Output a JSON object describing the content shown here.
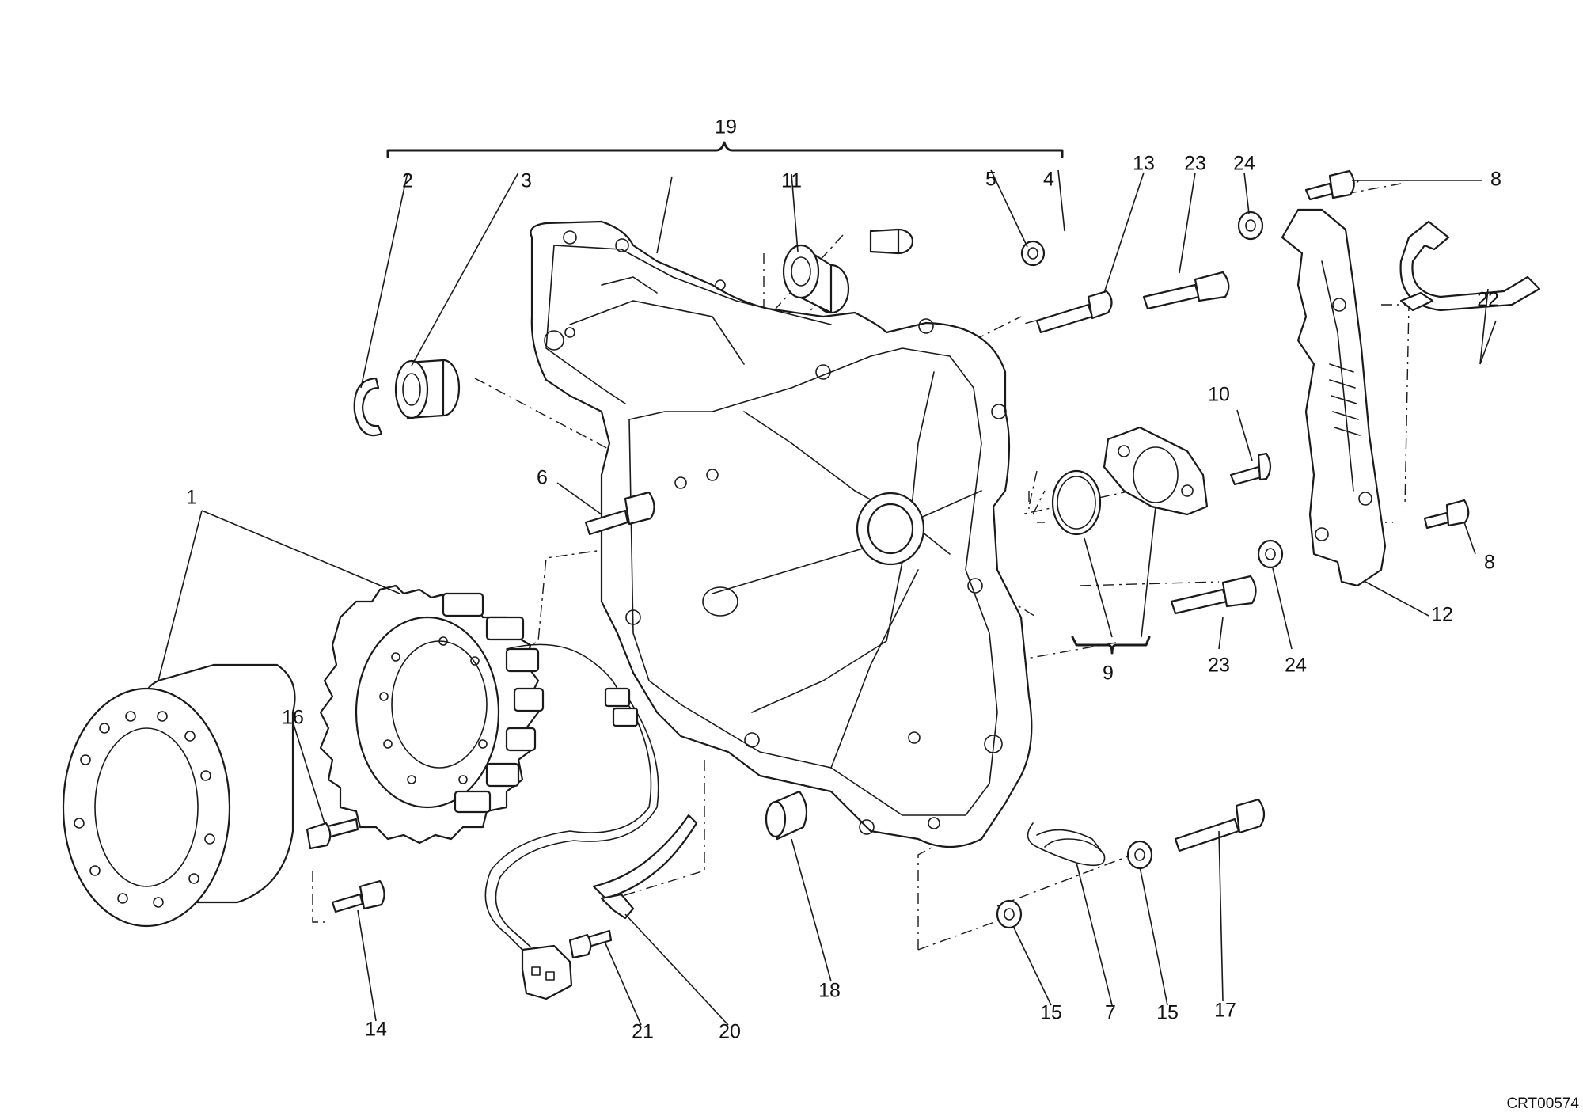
{
  "diagram": {
    "drawing_ref": "CRT00574",
    "callouts": {
      "c1": "1",
      "c2": "2",
      "c3": "3",
      "c4": "4",
      "c5": "5",
      "c6": "6",
      "c7": "7",
      "c8a": "8",
      "c8b": "8",
      "c9": "9",
      "c10": "10",
      "c11": "11",
      "c12": "12",
      "c13": "13",
      "c14": "14",
      "c15a": "15",
      "c15b": "15",
      "c16": "16",
      "c17": "17",
      "c18": "18",
      "c19": "19",
      "c20": "20",
      "c21": "21",
      "c22": "22",
      "c23a": "23",
      "c23b": "23",
      "c24a": "24",
      "c24b": "24"
    }
  }
}
